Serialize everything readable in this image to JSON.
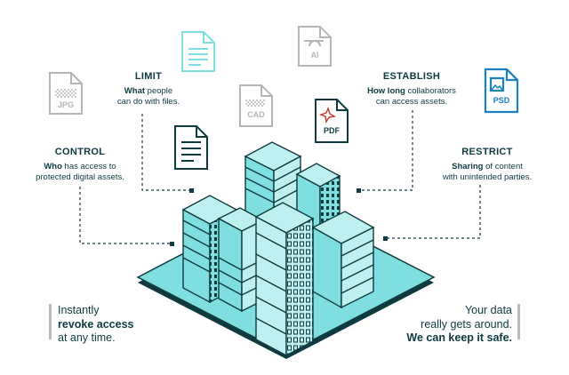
{
  "callouts": {
    "limit": {
      "heading": "LIMIT",
      "desc_bold": "What",
      "desc_rest": " people",
      "desc_line2": "can do with files."
    },
    "control": {
      "heading": "CONTROL",
      "desc_bold": "Who",
      "desc_rest": " has access to",
      "desc_line2": "protected digital assets."
    },
    "establish": {
      "heading": "ESTABLISH",
      "desc_bold": "How long",
      "desc_rest": " collaborators",
      "desc_line2": "can access assets."
    },
    "restrict": {
      "heading": "RESTRICT",
      "desc_bold": "Sharing",
      "desc_rest": " of content",
      "desc_line2": "with unintended parties."
    }
  },
  "bottom_left": {
    "line1": "Instantly",
    "line2_bold": "revoke access",
    "line3": "at any time."
  },
  "bottom_right": {
    "line1": "Your data",
    "line2": "really gets around.",
    "line3_bold": "We can keep it safe."
  },
  "file_icons": {
    "jpg": "JPG",
    "cad": "CAD",
    "ai": "AI",
    "pdf": "PDF",
    "psd": "PSD"
  },
  "colors": {
    "dark": "#0e3a40",
    "teal": "#7fdfe0",
    "light_teal": "#bff0f0",
    "gray": "#b5b5b5",
    "psd_blue": "#1c7fc4"
  }
}
